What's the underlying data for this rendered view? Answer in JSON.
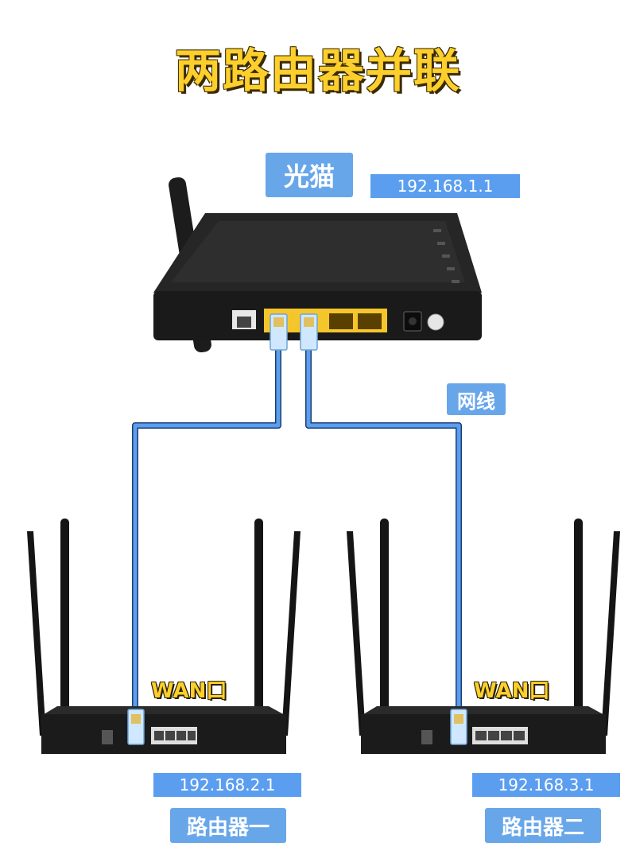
{
  "title": "两路由器并联",
  "modem": {
    "label": "光猫",
    "ip": "192.168.1.1"
  },
  "cable": {
    "label": "网线"
  },
  "router1": {
    "wan_label": "WAN口",
    "ip": "192.168.2.1",
    "label": "路由器一"
  },
  "router2": {
    "wan_label": "WAN口",
    "ip": "192.168.3.1",
    "label": "路由器二"
  },
  "colors": {
    "title_yellow": "#fccf2c",
    "label_blue": "#68a6ea",
    "cable_blue": "#4a8fe0",
    "port_yellow": "#f5c62b"
  }
}
